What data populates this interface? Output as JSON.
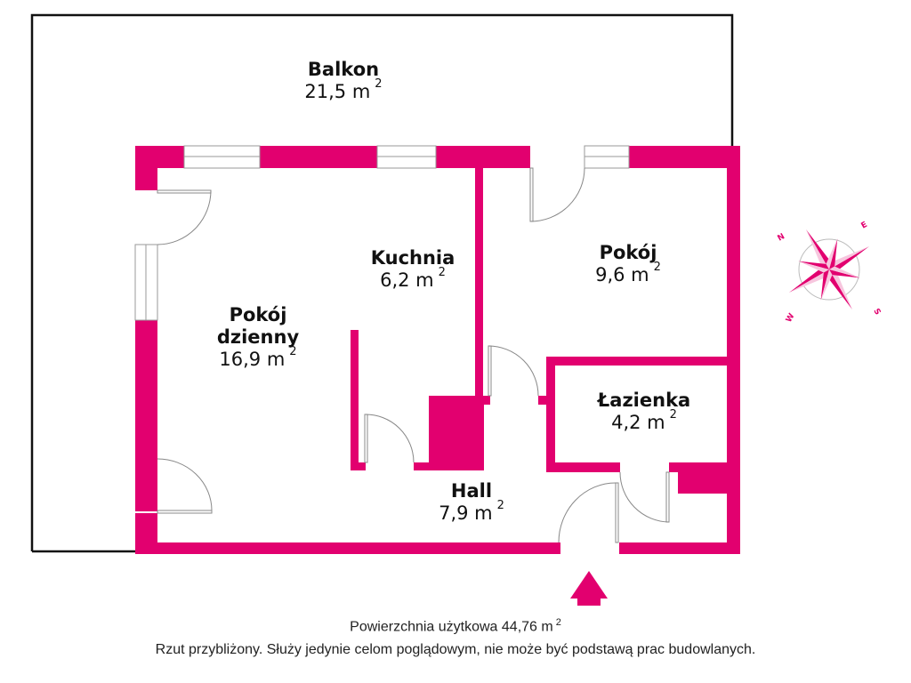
{
  "colors": {
    "wall": "#e2006f",
    "balcony_outline": "#111111",
    "text": "#111111",
    "door_line": "#888888"
  },
  "rooms": [
    {
      "id": "balkon",
      "name": "Balkon",
      "area": "21,5 m",
      "unit_sup": "2"
    },
    {
      "id": "kuchnia",
      "name": "Kuchnia",
      "area": "6,2 m",
      "unit_sup": "2"
    },
    {
      "id": "pokoj",
      "name": "Pokój",
      "area": "9,6 m",
      "unit_sup": "2"
    },
    {
      "id": "pokoj-dzienny",
      "name_line1": "Pokój",
      "name_line2": "dzienny",
      "area": "16,9 m",
      "unit_sup": "2"
    },
    {
      "id": "lazienka",
      "name": "Łazienka",
      "area": "4,2 m",
      "unit_sup": "2"
    },
    {
      "id": "hall",
      "name": "Hall",
      "area": "7,9 m",
      "unit_sup": "2"
    }
  ],
  "compass": {
    "icon": "compass-rose-icon",
    "letters": {
      "n": "N",
      "e": "E",
      "s": "S",
      "w": "W"
    }
  },
  "entrance": {
    "icon": "entrance-arrow-icon"
  },
  "footer": {
    "total_area_label": "Powierzchnia użytkowa 44,76 m",
    "total_area_sup": "2",
    "disclaimer": "Rzut przybliżony. Służy jedynie celom poglądowym, nie może być podstawą prac budowlanych."
  }
}
